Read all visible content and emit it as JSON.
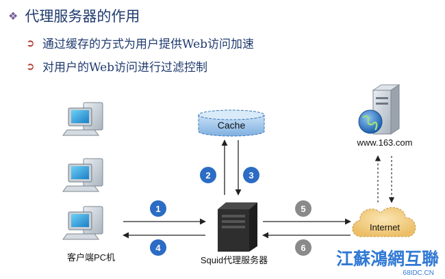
{
  "title": "代理服务器的作用",
  "bullets": [
    "通过缓存的方式为用户提供Web访问加速",
    "对用户的Web访问进行过滤控制"
  ],
  "diagram": {
    "cache_label": "Cache",
    "client_label": "客户端PC机",
    "proxy_label": "Squid代理服务器",
    "internet_label": "Internet",
    "server_label": "www.163.com",
    "steps": [
      "1",
      "2",
      "3",
      "4",
      "5",
      "6"
    ]
  },
  "watermark": {
    "text": "江蘇鴻網互聯",
    "url": "68IDC.CN"
  },
  "colors": {
    "title": "#1f3a6e",
    "step_blue": "#2b6cc4",
    "step_gray": "#8a8a8a",
    "cache_fill": "#9cc3ea",
    "internet_fill": "#f3d089"
  }
}
